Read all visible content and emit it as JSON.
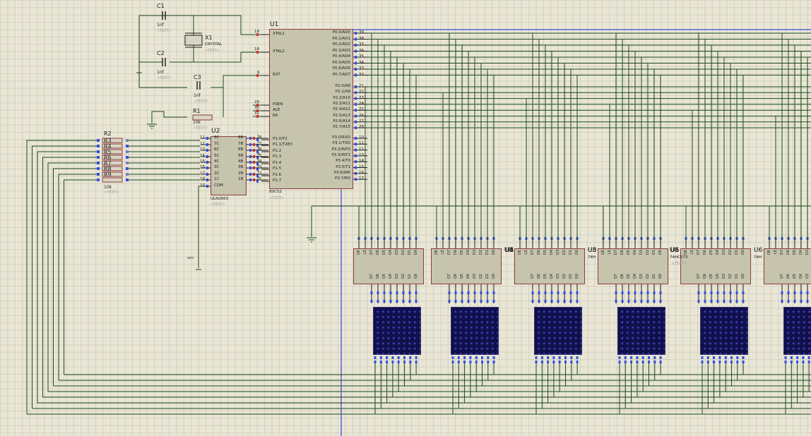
{
  "colors": {
    "wire": "#1b4a1b",
    "bus": "#0b2bd0",
    "body": "#c6c4ad",
    "border": "#8e3d3d",
    "matrix": "#10104d"
  },
  "components": {
    "c1": {
      "ref": "C1",
      "value": "1nf",
      "text": "<TEXT>"
    },
    "c2": {
      "ref": "C2",
      "value": "1nf",
      "text": "<TEXT>"
    },
    "c3": {
      "ref": "C3",
      "value": "1nf",
      "text": "<TEXT>"
    },
    "x1": {
      "ref": "X1",
      "value": "CRYSTAL",
      "text": "<TEXT>"
    },
    "r1": {
      "ref": "R1",
      "value": "10k",
      "text": "<TEXT>"
    },
    "r2": {
      "ref": "R2",
      "value": "10k",
      "text": "<TEXT>",
      "taps": [
        "R3",
        "R4",
        "R5",
        "R6",
        "R7",
        "R8",
        "R9"
      ]
    },
    "u1": {
      "ref": "U1",
      "part": "80C52",
      "text": "<TEXT>",
      "left_pins": [
        {
          "n": "19",
          "name": "XTAL1"
        },
        {
          "n": "18",
          "name": "XTAL2"
        },
        {
          "n": "9",
          "name": "RST"
        },
        {
          "n": "29",
          "name": "PSEN"
        },
        {
          "n": "30",
          "name": "ALE"
        },
        {
          "n": "31",
          "name": "EA"
        },
        {
          "n": "1",
          "name": "P1.0/T2"
        },
        {
          "n": "2",
          "name": "P1.1/T2EX"
        },
        {
          "n": "3",
          "name": "P1.2"
        },
        {
          "n": "4",
          "name": "P1.3"
        },
        {
          "n": "5",
          "name": "P1.4"
        },
        {
          "n": "6",
          "name": "P1.5"
        },
        {
          "n": "7",
          "name": "P1.6"
        },
        {
          "n": "8",
          "name": "P1.7"
        }
      ],
      "right_pins": [
        {
          "n": "39",
          "name": "P0.0/AD0"
        },
        {
          "n": "38",
          "name": "P0.1/AD1"
        },
        {
          "n": "37",
          "name": "P0.2/AD2"
        },
        {
          "n": "36",
          "name": "P0.3/AD3"
        },
        {
          "n": "35",
          "name": "P0.4/AD4"
        },
        {
          "n": "34",
          "name": "P0.5/AD5"
        },
        {
          "n": "33",
          "name": "P0.6/AD6"
        },
        {
          "n": "32",
          "name": "P0.7/AD7"
        },
        {
          "n": "21",
          "name": "P2.0/A8"
        },
        {
          "n": "22",
          "name": "P2.1/A9"
        },
        {
          "n": "23",
          "name": "P2.2/A10"
        },
        {
          "n": "24",
          "name": "P2.3/A11"
        },
        {
          "n": "25",
          "name": "P2.4/A12"
        },
        {
          "n": "26",
          "name": "P2.5/A13"
        },
        {
          "n": "27",
          "name": "P2.6/A14"
        },
        {
          "n": "28",
          "name": "P2.7/A15"
        },
        {
          "n": "10",
          "name": "P3.0/RXD"
        },
        {
          "n": "11",
          "name": "P3.1/TXD"
        },
        {
          "n": "12",
          "name": "P3.2/INT0"
        },
        {
          "n": "13",
          "name": "P3.3/INT1"
        },
        {
          "n": "14",
          "name": "P3.4/T0"
        },
        {
          "n": "15",
          "name": "P3.5/T1"
        },
        {
          "n": "16",
          "name": "P3.6/WR"
        },
        {
          "n": "17",
          "name": "P3.7/RD"
        }
      ]
    },
    "u2": {
      "ref": "U2",
      "part": "ULN2803",
      "text": "<TEXT>",
      "left_pins": [
        {
          "n": "11",
          "name": "8C"
        },
        {
          "n": "12",
          "name": "7C"
        },
        {
          "n": "13",
          "name": "6C"
        },
        {
          "n": "14",
          "name": "5C"
        },
        {
          "n": "15",
          "name": "4C"
        },
        {
          "n": "16",
          "name": "3C"
        },
        {
          "n": "17",
          "name": "2C"
        },
        {
          "n": "18",
          "name": "1C"
        },
        {
          "n": "10",
          "name": "COM"
        }
      ],
      "right_pins": [
        {
          "n": "8",
          "name": "8B"
        },
        {
          "n": "7",
          "name": "7B"
        },
        {
          "n": "6",
          "name": "6B"
        },
        {
          "n": "5",
          "name": "5B"
        },
        {
          "n": "4",
          "name": "4B"
        },
        {
          "n": "3",
          "name": "3B"
        },
        {
          "n": "2",
          "name": "2B"
        },
        {
          "n": "1",
          "name": "1B"
        }
      ]
    },
    "vcc": {
      "label": "vcc"
    },
    "latches": [
      {
        "ref": "",
        "part": "",
        "text": ""
      },
      {
        "ref": "U4",
        "part": "",
        "text": ""
      },
      {
        "ref": "U5",
        "part": "74H",
        "text": ""
      },
      {
        "ref": "U8",
        "part": "74HC573",
        "text": "<TEXT>"
      },
      {
        "ref": "U6",
        "part": "74H",
        "text": ""
      }
    ],
    "latch_pins_top": [
      "OE",
      "LE",
      "D7",
      "D6",
      "D5",
      "D4",
      "D3",
      "D2",
      "D1",
      "D0"
    ],
    "latch_pins_bot": [
      "Q7",
      "Q6",
      "Q5",
      "Q4",
      "Q3",
      "Q2",
      "Q1",
      "Q0"
    ]
  }
}
